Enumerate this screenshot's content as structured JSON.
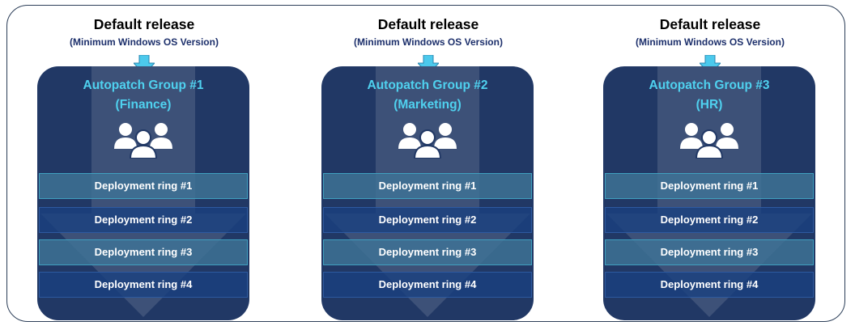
{
  "groups": [
    {
      "release_title": "Default release",
      "release_subtitle": "(Minimum Windows OS Version)",
      "name_line1": "Autopatch Group #1",
      "name_line2": "(Finance)",
      "rings": [
        "Deployment ring #1",
        "Deployment ring #2",
        "Deployment ring #3",
        "Deployment ring #4"
      ]
    },
    {
      "release_title": "Default release",
      "release_subtitle": "(Minimum Windows OS Version)",
      "name_line1": "Autopatch Group #2",
      "name_line2": "(Marketing)",
      "rings": [
        "Deployment ring #1",
        "Deployment ring #2",
        "Deployment ring #3",
        "Deployment ring #4"
      ]
    },
    {
      "release_title": "Default release",
      "release_subtitle": "(Minimum Windows OS Version)",
      "name_line1": "Autopatch Group #3",
      "name_line2": "(HR)",
      "rings": [
        "Deployment ring #1",
        "Deployment ring #2",
        "Deployment ring #3",
        "Deployment ring #4"
      ]
    }
  ],
  "colors": {
    "card_background": "#213865",
    "group_name": "#4fd1ef",
    "connector_arrow": "#4cc9ec",
    "subtitle": "#1c2f6b"
  },
  "icons": {
    "connector": "down-arrow-icon",
    "group": "people-group-icon"
  }
}
